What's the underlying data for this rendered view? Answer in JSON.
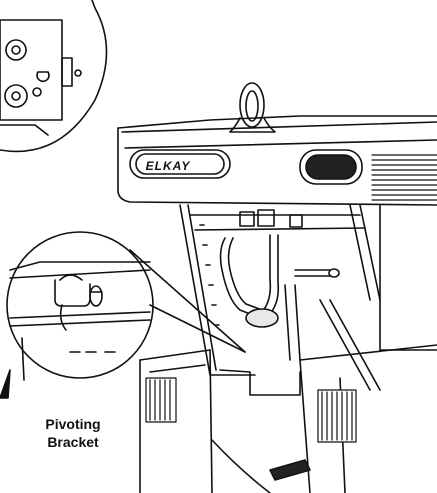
{
  "brand_plate": {
    "text": "ELKAY"
  },
  "callout": {
    "line1": "Pivoting",
    "line2": "Bracket"
  },
  "colors": {
    "line": "#111111",
    "paper": "#ffffff",
    "shade": "#e8e8e8",
    "dark": "#222222"
  }
}
